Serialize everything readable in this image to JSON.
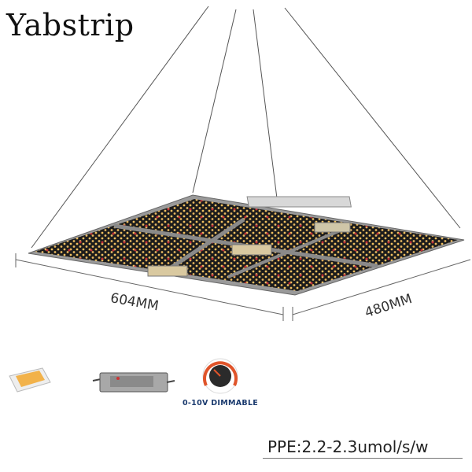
{
  "brand": "Yabstrip",
  "dimensions": {
    "width_label": "604MM",
    "depth_label": "480MM"
  },
  "features": {
    "led_chip": "led-chip-icon",
    "driver": "driver-icon",
    "dimmer": "dimmer-knob-icon",
    "dimmer_label": "0-10V DIMMABLE"
  },
  "ppe": "PPE:2.2-2.3umol/s/w",
  "colors": {
    "led_warm": "#f0c060",
    "led_red": "#c0303a",
    "panel": "#1c1c1c",
    "frame": "#9a9a9a"
  }
}
